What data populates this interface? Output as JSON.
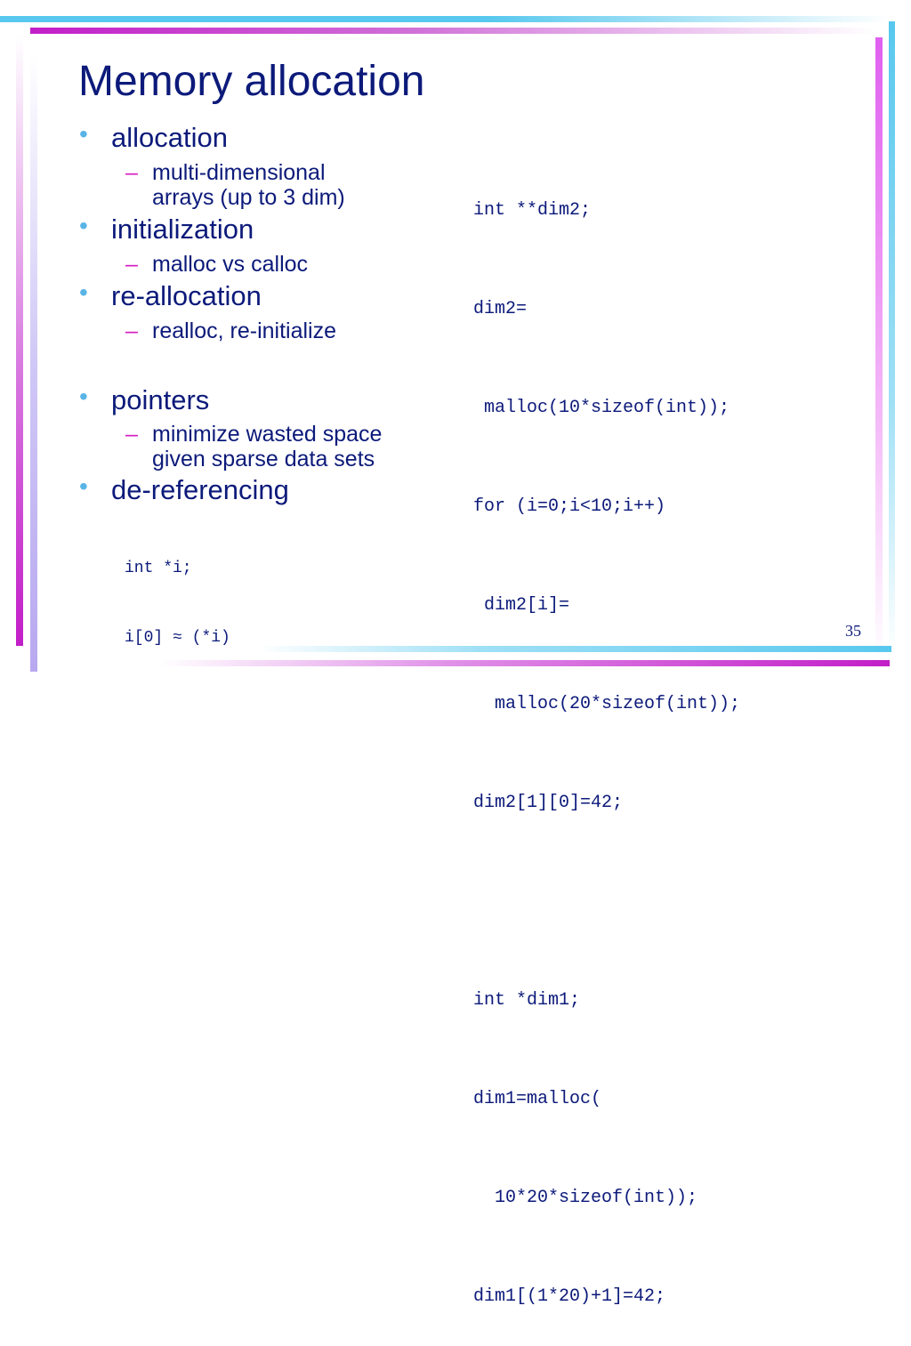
{
  "slide": {
    "title": "Memory allocation",
    "page_number": "35"
  },
  "left_column": {
    "bullets": [
      {
        "text": "allocation",
        "sub": [
          "multi-dimensional",
          "arrays (up to 3 dim)"
        ]
      },
      {
        "text": "initialization",
        "sub": [
          "malloc vs calloc"
        ]
      },
      {
        "text": "re-allocation",
        "sub": [
          "realloc, re-initialize"
        ]
      },
      {
        "text": "pointers",
        "sub": [
          "minimize wasted space",
          "given sparse data sets"
        ]
      },
      {
        "text": "de-referencing",
        "code": [
          "int *i;",
          "i[0] ≈ (*i)"
        ]
      }
    ],
    "bullet_glyph": "•",
    "sub_glyph": "–"
  },
  "right_column": {
    "code_lines": [
      "int **dim2;",
      "dim2=",
      " malloc(10*sizeof(int));",
      "for (i=0;i<10;i++)",
      " dim2[i]=",
      "  malloc(20*sizeof(int));",
      "dim2[1][0]=42;",
      "",
      "int *dim1;",
      "dim1=malloc(",
      "  10*20*sizeof(int));",
      "dim1[(1*20)+1]=42;"
    ]
  },
  "colors": {
    "text": "#0c1a7a",
    "bullet": "#5ab4e6",
    "dash": "#d41ec0",
    "accent_cyan": "#58c8ee",
    "accent_magenta": "#c21ec8"
  }
}
